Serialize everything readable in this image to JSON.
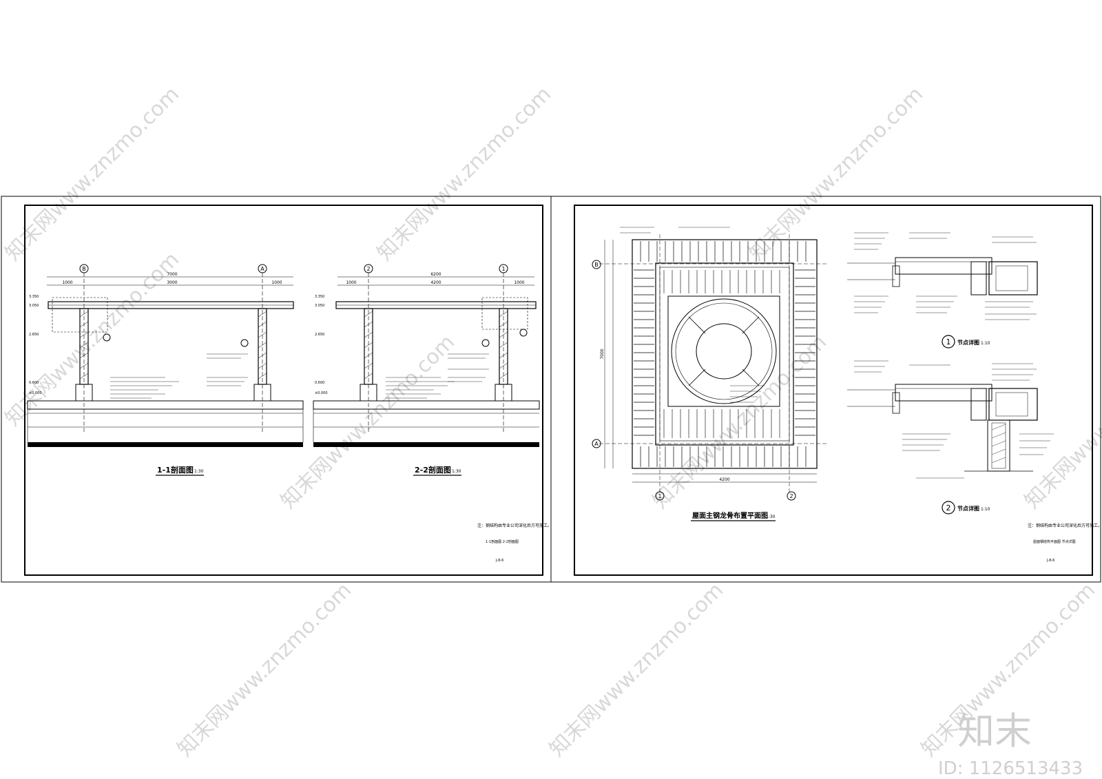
{
  "sheet_left": {
    "section1": {
      "title": "1-1剖面图",
      "scale": "1:30",
      "grid_left": "B",
      "grid_right": "A",
      "dim_total": "7000",
      "dim_mid": "3000",
      "dim_left": "1000",
      "dim_right": "1000"
    },
    "section2": {
      "title": "2-2剖面图",
      "scale": "1:30",
      "grid_left": "2",
      "grid_right": "1",
      "dim_total": "6200",
      "dim_mid": "4200",
      "dim_left": "1000",
      "dim_right": "1000"
    },
    "elevations": [
      "3.350",
      "3.050",
      "2.650",
      "0.600",
      "±0.000"
    ],
    "note": "注：钢结构由专业公司深化后方可施工。",
    "sheet_title": "1-1剖面图 2-2剖面图",
    "sheet_no": "J-8-6"
  },
  "sheet_right": {
    "plan": {
      "title": "屋面主钢龙骨布置平面图",
      "scale": "1:30",
      "grid_left": "1",
      "grid_right": "2",
      "grid_top": "B",
      "grid_bottom": "A",
      "dim_width": "4200",
      "dim_height": "7000"
    },
    "detail1": {
      "number": "1",
      "title": "节点详图",
      "scale": "1:10"
    },
    "detail2": {
      "number": "2",
      "title": "节点详图",
      "scale": "1:10"
    },
    "note": "注：钢结构由专业公司深化后方可施工。",
    "sheet_title": "屋面钢结构平面图 节点详图",
    "sheet_no": "J-8-6"
  },
  "watermark": {
    "text": "知末网www.znzmo.com",
    "brand": "知末",
    "id_label": "ID: 1126513433"
  }
}
